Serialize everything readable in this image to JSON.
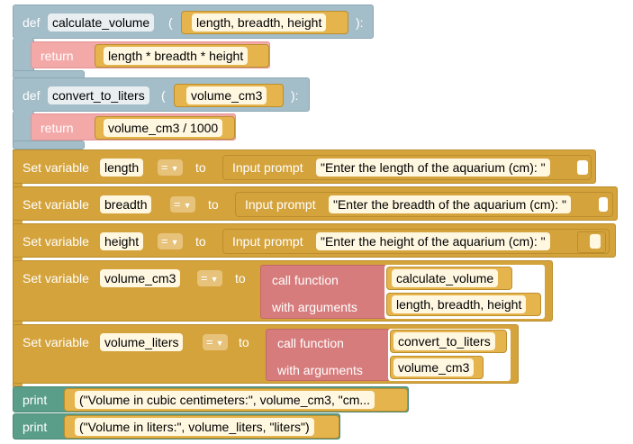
{
  "func1": {
    "def_kw": "def",
    "name": "calculate_volume",
    "open_paren": "(",
    "params": "length, breadth, height",
    "close_paren": "):",
    "return_kw": "return",
    "return_expr": "length * breadth * height"
  },
  "func2": {
    "def_kw": "def",
    "name": "convert_to_liters",
    "open_paren": "(",
    "params": "volume_cm3",
    "close_paren": "):",
    "return_kw": "return",
    "return_expr": "volume_cm3 / 1000"
  },
  "sets": [
    {
      "label": "Set variable",
      "var": "length",
      "op": "=",
      "to": "to",
      "input_label": "Input prompt",
      "prompt": "\"Enter the length of the aquarium (cm): \""
    },
    {
      "label": "Set variable",
      "var": "breadth",
      "op": "=",
      "to": "to",
      "input_label": "Input prompt",
      "prompt": "\"Enter the breadth of the aquarium (cm): \""
    },
    {
      "label": "Set variable",
      "var": "height",
      "op": "=",
      "to": "to",
      "input_label": "Input prompt",
      "prompt": "\"Enter the height of the aquarium (cm): \""
    }
  ],
  "calls": [
    {
      "label": "Set variable",
      "var": "volume_cm3",
      "op": "=",
      "to": "to",
      "call_label": "call function",
      "func": "calculate_volume",
      "args_label": "with arguments",
      "args": "length, breadth, height"
    },
    {
      "label": "Set variable",
      "var": "volume_liters",
      "op": "=",
      "to": "to",
      "call_label": "call function",
      "func": "convert_to_liters",
      "args_label": "with arguments",
      "args": "volume_cm3"
    }
  ],
  "prints": [
    {
      "kw": "print",
      "expr": "(\"Volume in cubic centimeters:\", volume_cm3, \"cm..."
    },
    {
      "kw": "print",
      "expr": "(\"Volume in liters:\", volume_liters, \"liters\")"
    }
  ],
  "icons": {
    "dropdown": "chevron-down-icon"
  },
  "colors": {
    "def": "#a3bdc9",
    "return": "#f4a9a9",
    "set": "#d4a33c",
    "call": "#d77c7c",
    "print": "#5a9e8a"
  }
}
